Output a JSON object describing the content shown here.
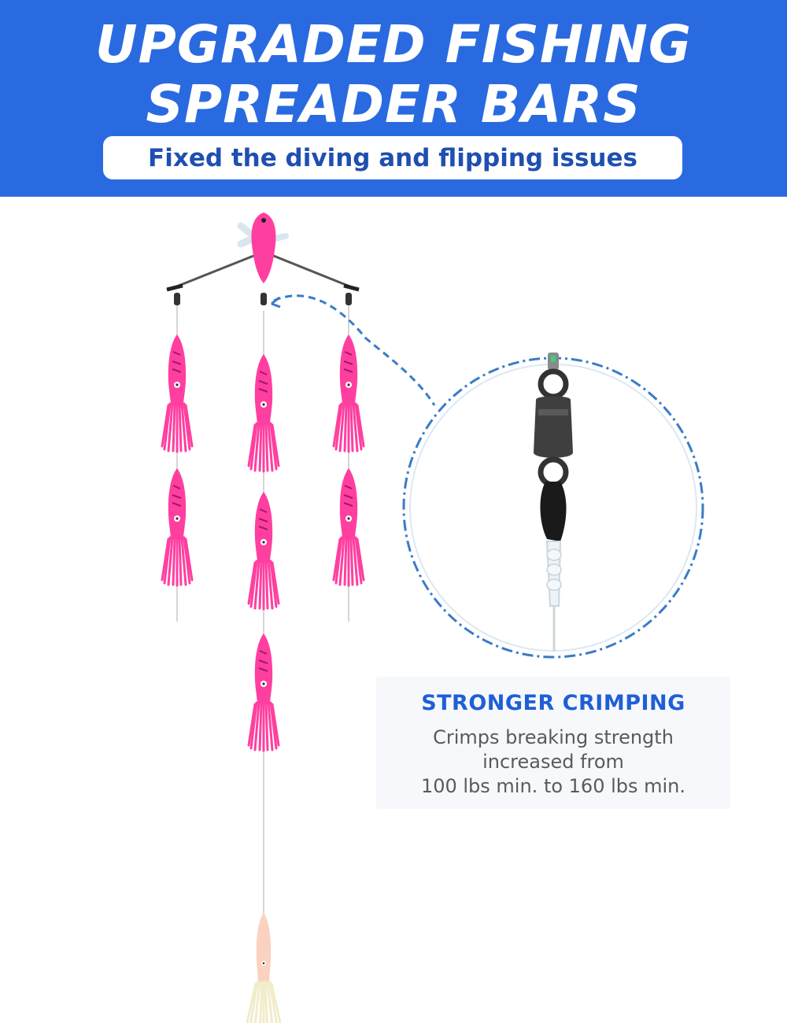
{
  "banner": {
    "headline_line1": "UPGRADED FISHING",
    "headline_line2": "SPREADER BARS",
    "subtitle": "Fixed the diving and flipping issues"
  },
  "callout": {
    "title": "STRONGER CRIMPING",
    "body_line1": "Crimps breaking strength",
    "body_line2": "increased from",
    "body_line3": "100 lbs min. to 160 lbs min."
  },
  "colors": {
    "banner_blue": "#2a6ae0",
    "callout_title_blue": "#1f5fd6",
    "lure_pink": "#ff3fa0",
    "dashed_blue": "#3a7bc8"
  },
  "icons": [
    "bird-teaser-icon",
    "squid-lure-icon",
    "swivel-icon",
    "glow-squid-icon"
  ]
}
